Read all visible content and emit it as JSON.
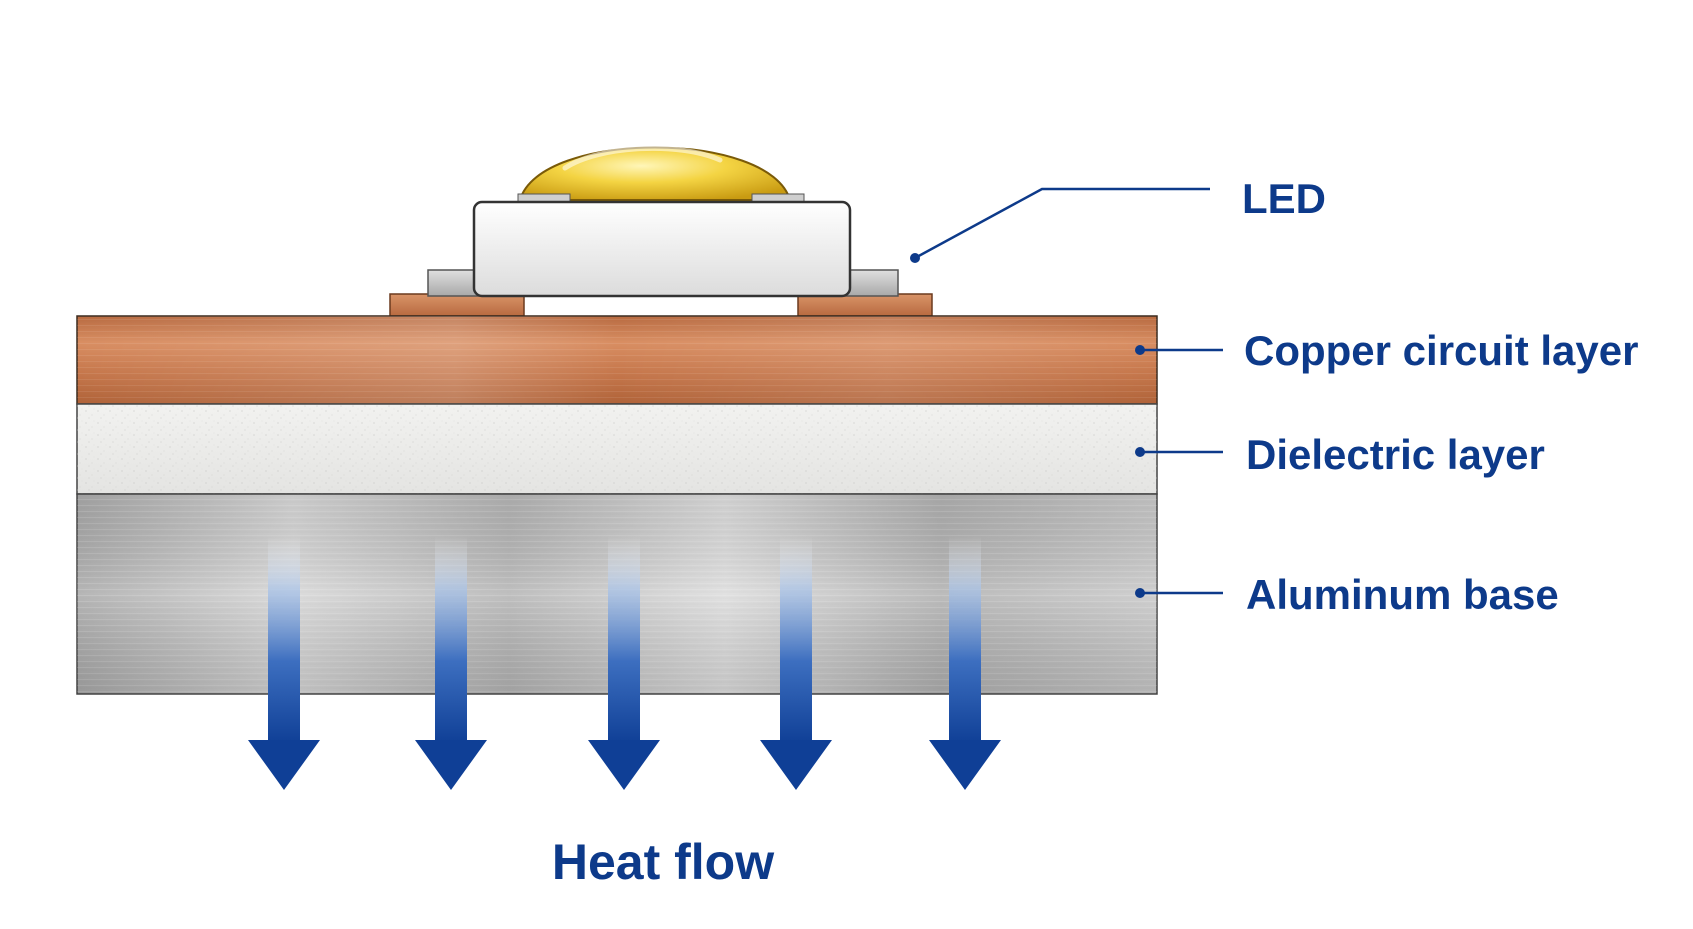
{
  "diagram": {
    "labels": {
      "led": "LED",
      "copper": "Copper circuit layer",
      "dielectric": "Dielectric layer",
      "aluminum": "Aluminum base",
      "heat_flow": "Heat flow"
    },
    "colors": {
      "label_blue": "#0d3a8a",
      "copper": "#c97a4e",
      "dielectric": "#eeeeec",
      "aluminum": "#b8b8b8",
      "led_dome": "#f2cf3a",
      "led_body": "#f2f2f2",
      "solder_pad": "#c9c9c9",
      "arrow_blue": "#0f3f96"
    },
    "heat_arrow_count": 5
  }
}
